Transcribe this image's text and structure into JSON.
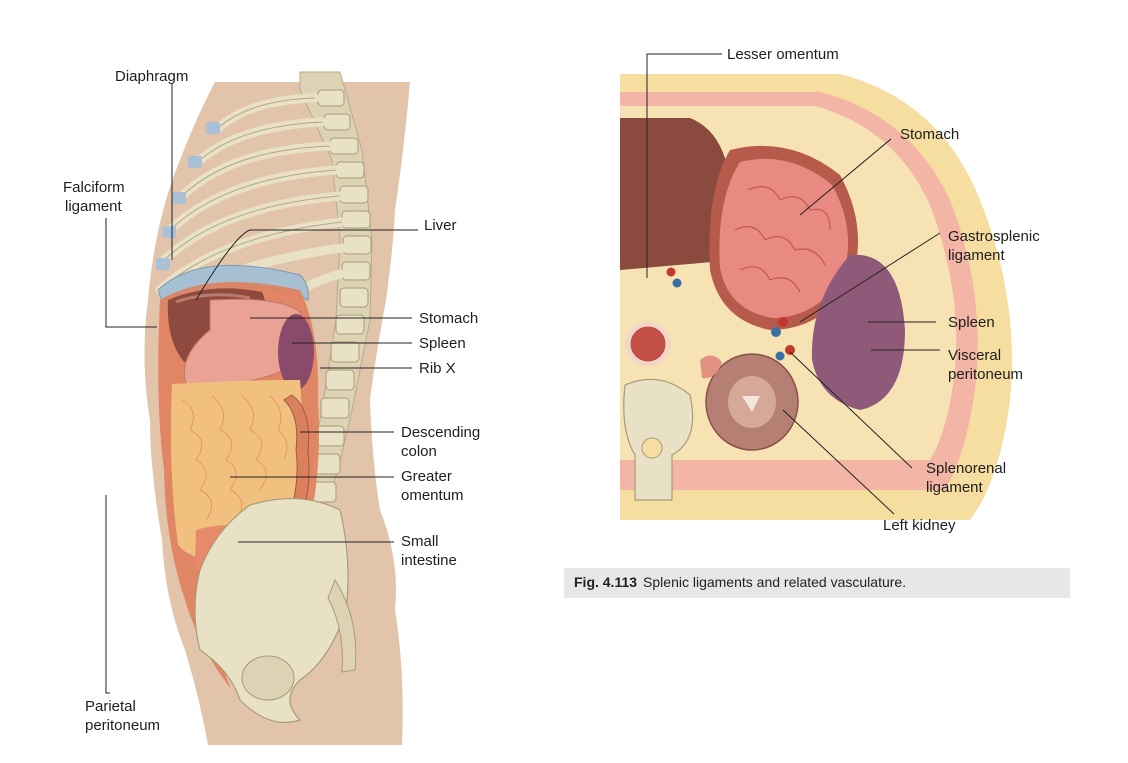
{
  "left_figure": {
    "labels": {
      "diaphragm": "Diaphragm",
      "falciform_1": "Falciform",
      "falciform_2": "ligament",
      "liver": "Liver",
      "stomach": "Stomach",
      "spleen": "Spleen",
      "rib_x": "Rib X",
      "descending_1": "Descending",
      "descending_2": "colon",
      "greater_1": "Greater",
      "greater_2": "omentum",
      "small_1": "Small",
      "small_2": "intestine",
      "parietal_1": "Parietal",
      "parietal_2": "peritoneum"
    }
  },
  "right_figure": {
    "labels": {
      "lesser_omentum": "Lesser omentum",
      "stomach": "Stomach",
      "gastrosplenic_1": "Gastrosplenic",
      "gastrosplenic_2": "ligament",
      "spleen": "Spleen",
      "visceral_1": "Visceral",
      "visceral_2": "peritoneum",
      "splenorenal_1": "Splenorenal",
      "splenorenal_2": "ligament",
      "left_kidney": "Left kidney"
    }
  },
  "caption": {
    "number": "Fig. 4.113",
    "text": "Splenic ligaments and related vasculature."
  },
  "colors": {
    "skin": "#e2c4aa",
    "bone": "#e9e1c6",
    "cartilage": "#a9c0d6",
    "liver": "#8e4a3e",
    "stomach": "#e9a294",
    "spleen": "#8a4a6a",
    "omentum": "#f1c07e",
    "peritoneum": "#e07f5c",
    "fat": "#f6dda0",
    "kidney": "#b57f74"
  }
}
